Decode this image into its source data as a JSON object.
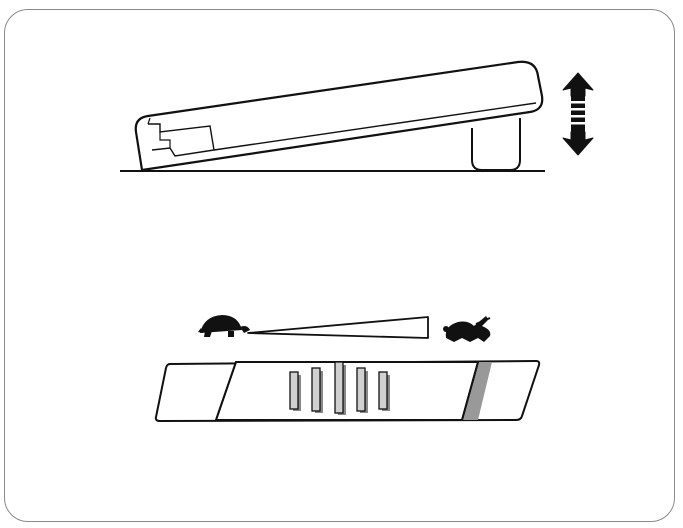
{
  "diagram": {
    "tilt_figure": {
      "components": [
        "device-body",
        "support-foot",
        "ground-line",
        "tilt-adjust-arrow"
      ],
      "arrow_icon": "double-vertical-arrow"
    },
    "speed_figure": {
      "slow_icon": "turtle-icon",
      "fast_icon": "rabbit-icon",
      "scale_icon": "wedge-ramp",
      "slider_ridges_count": 5
    },
    "colors": {
      "stroke": "#111111",
      "ridge_fill": "#d0d0d0",
      "ridge_shadow": "#888888",
      "frame": "#8a8a8a"
    }
  }
}
